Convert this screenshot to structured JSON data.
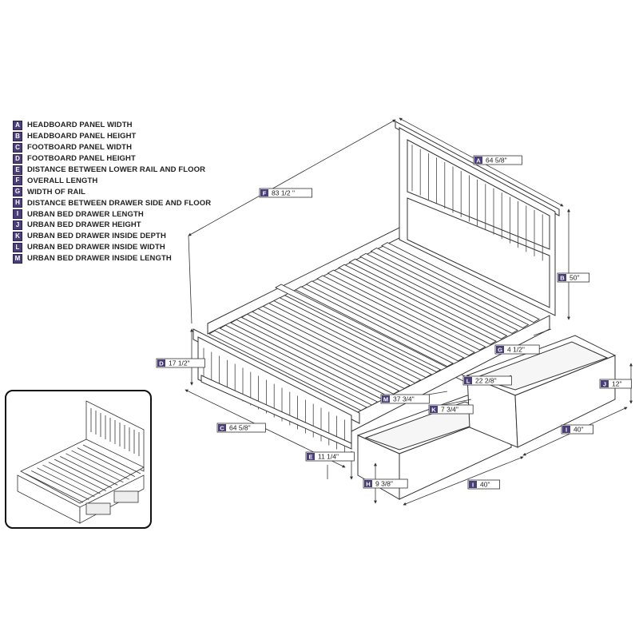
{
  "legend": [
    {
      "letter": "A",
      "label": "HEADBOARD PANEL WIDTH"
    },
    {
      "letter": "B",
      "label": "HEADBOARD PANEL HEIGHT"
    },
    {
      "letter": "C",
      "label": "FOOTBOARD PANEL WIDTH"
    },
    {
      "letter": "D",
      "label": "FOOTBOARD PANEL HEIGHT"
    },
    {
      "letter": "E",
      "label": "DISTANCE BETWEEN LOWER RAIL AND FLOOR"
    },
    {
      "letter": "F",
      "label": "OVERALL LENGTH"
    },
    {
      "letter": "G",
      "label": "WIDTH OF RAIL"
    },
    {
      "letter": "H",
      "label": "DISTANCE BETWEEN DRAWER SIDE AND FLOOR"
    },
    {
      "letter": "I",
      "label": "URBAN BED DRAWER LENGTH"
    },
    {
      "letter": "J",
      "label": "URBAN BED DRAWER HEIGHT"
    },
    {
      "letter": "K",
      "label": "URBAN BED DRAWER INSIDE DEPTH"
    },
    {
      "letter": "L",
      "label": "URBAN BED DRAWER INSIDE WIDTH"
    },
    {
      "letter": "M",
      "label": "URBAN BED DRAWER INSIDE LENGTH"
    }
  ],
  "dimensions": {
    "a": {
      "letter": "A",
      "value": "64 5/8\""
    },
    "b": {
      "letter": "B",
      "value": "50\""
    },
    "c": {
      "letter": "C",
      "value": "64 5/8\""
    },
    "d": {
      "letter": "D",
      "value": "17 1/2\""
    },
    "e": {
      "letter": "E",
      "value": "11 1/4\""
    },
    "f": {
      "letter": "F",
      "value": "83 1/2 \""
    },
    "g": {
      "letter": "G",
      "value": "4 1/2\""
    },
    "h": {
      "letter": "H",
      "value": "9 3/8\""
    },
    "i1": {
      "letter": "I",
      "value": "40\""
    },
    "i2": {
      "letter": "I",
      "value": "40\""
    },
    "j": {
      "letter": "J",
      "value": "12\""
    },
    "k": {
      "letter": "K",
      "value": "7 3/4\""
    },
    "l": {
      "letter": "L",
      "value": "22 2/8\""
    },
    "m": {
      "letter": "M",
      "value": "37 3/4\""
    }
  },
  "colors": {
    "badge": "#4b3f79",
    "line": "#333333"
  }
}
